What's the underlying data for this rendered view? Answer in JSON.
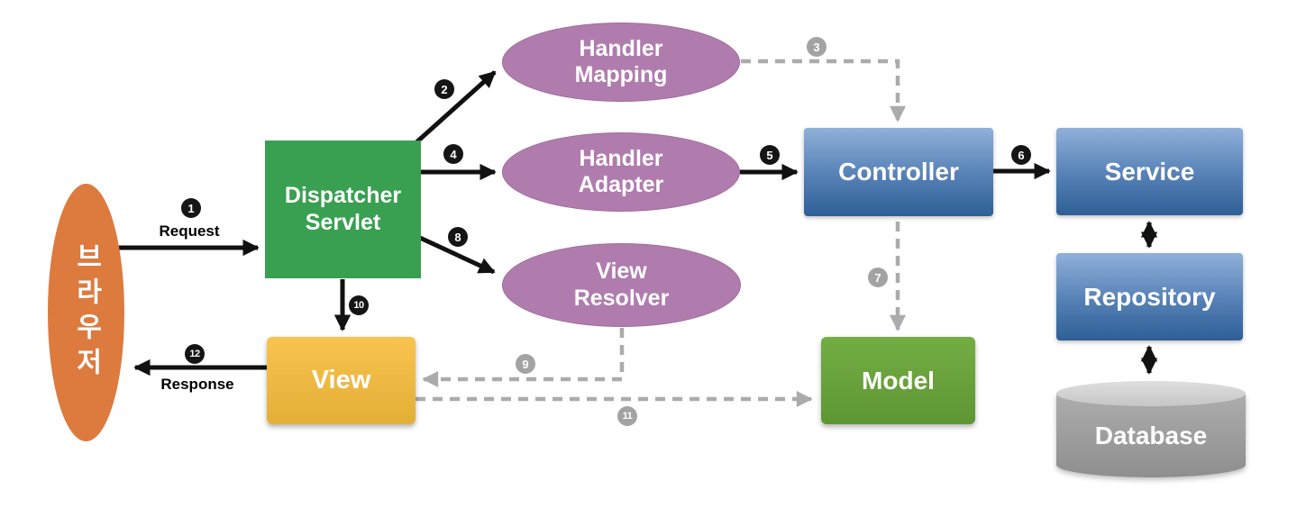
{
  "nodes": {
    "browser": {
      "label": "브라우저"
    },
    "dispatcher_servlet": {
      "line1": "Dispatcher",
      "line2": "Servlet"
    },
    "handler_mapping": {
      "line1": "Handler",
      "line2": "Mapping"
    },
    "handler_adapter": {
      "line1": "Handler",
      "line2": "Adapter"
    },
    "view_resolver": {
      "line1": "View",
      "line2": "Resolver"
    },
    "controller": {
      "label": "Controller"
    },
    "service": {
      "label": "Service"
    },
    "repository": {
      "label": "Repository"
    },
    "model": {
      "label": "Model"
    },
    "view": {
      "label": "View"
    },
    "database": {
      "label": "Database"
    }
  },
  "steps": {
    "s1": {
      "num": "1",
      "label": "Request"
    },
    "s2": {
      "num": "2"
    },
    "s3": {
      "num": "3"
    },
    "s4": {
      "num": "4"
    },
    "s5": {
      "num": "5"
    },
    "s6": {
      "num": "6"
    },
    "s7": {
      "num": "7"
    },
    "s8": {
      "num": "8"
    },
    "s9": {
      "num": "9"
    },
    "s10": {
      "num": "10"
    },
    "s11": {
      "num": "11"
    },
    "s12": {
      "num": "12",
      "label": "Response"
    }
  },
  "colors": {
    "browser_orange": "#DD7A3E",
    "dispatcher_green": "#38A050",
    "ellipse_purple": "#B07CAE",
    "blue_box_top": "#8FB0D9",
    "blue_box_bottom": "#2D5F96",
    "model_green_top": "#74AC44",
    "model_green_bottom": "#5E9634",
    "view_yellow_top": "#F9C34F",
    "view_yellow_bottom": "#E3AF36",
    "database_gray_top": "#DEDEDE",
    "database_gray_body": "#9E9E9E",
    "solid_arrow": "#111111",
    "dashed_arrow": "#ABABAB",
    "badge_black": "#151515",
    "badge_gray": "#A3A3A3"
  }
}
